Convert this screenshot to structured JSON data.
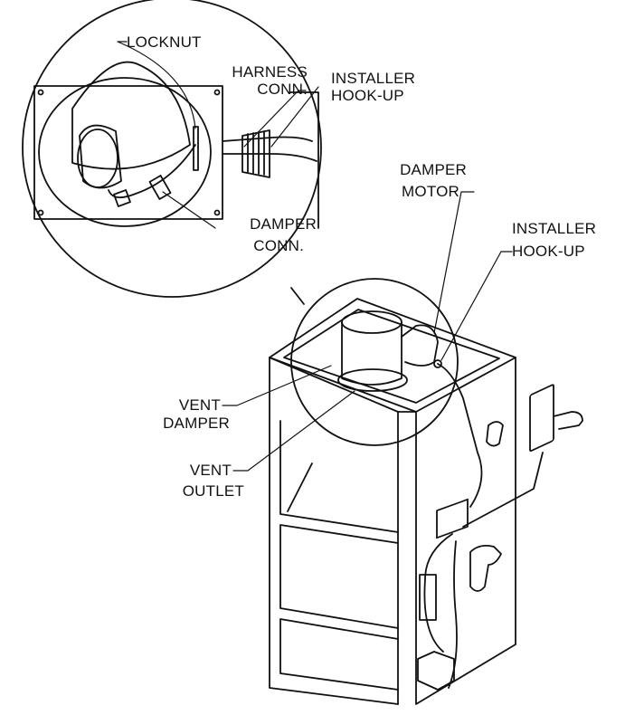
{
  "labels": {
    "locknut": "LOCKNUT",
    "harness_conn_1": "HARNESS",
    "harness_conn_2": "CONN.",
    "installer_hookup_top_1": "INSTALLER",
    "installer_hookup_top_2": "HOOK-UP",
    "damper_motor_1": "DAMPER",
    "damper_motor_2": "MOTOR",
    "installer_hookup_right_1": "INSTALLER",
    "installer_hookup_right_2": "HOOK-UP",
    "damper_conn_1": "DAMPER",
    "damper_conn_2": "CONN.",
    "vent_damper_1": "VENT",
    "vent_damper_2": "DAMPER",
    "vent_outlet_1": "VENT",
    "vent_outlet_2": "OUTLET"
  },
  "colors": {
    "line": "#111111",
    "background": "#ffffff"
  }
}
